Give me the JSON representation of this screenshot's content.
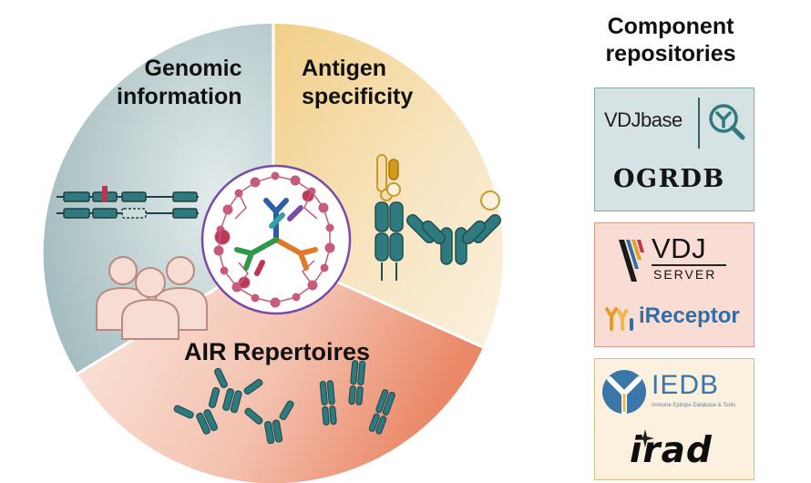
{
  "diagram": {
    "sectors": {
      "genomic": "Genomic\ninformation",
      "antigen": "Antigen\nspecificity",
      "air": "AIR Repertoires"
    },
    "icons": [
      "gene-segments-icon",
      "people-group-icon",
      "antibody-icon",
      "tcr-icon",
      "center-network-icon"
    ]
  },
  "repositories": {
    "title": "Component\nrepositories",
    "genomic": {
      "vdjbase": "VDJbase",
      "ogrdb": "OGRDB"
    },
    "air": {
      "vdjserver_main": "VDJ",
      "vdjserver_sub": "SERVER",
      "ireceptor": "iReceptor"
    },
    "antigen": {
      "iedb": "IEDB",
      "iedb_sub": "Immune Epitope Database & Tools",
      "irad": "irad"
    }
  },
  "colors": {
    "genomic_bg": "#bfd0d2",
    "antigen_bg": "#f5dfb1",
    "air_bg": "#f3bba7",
    "teal_icon": "#2f7a7e",
    "accent_red": "#c0344f"
  }
}
